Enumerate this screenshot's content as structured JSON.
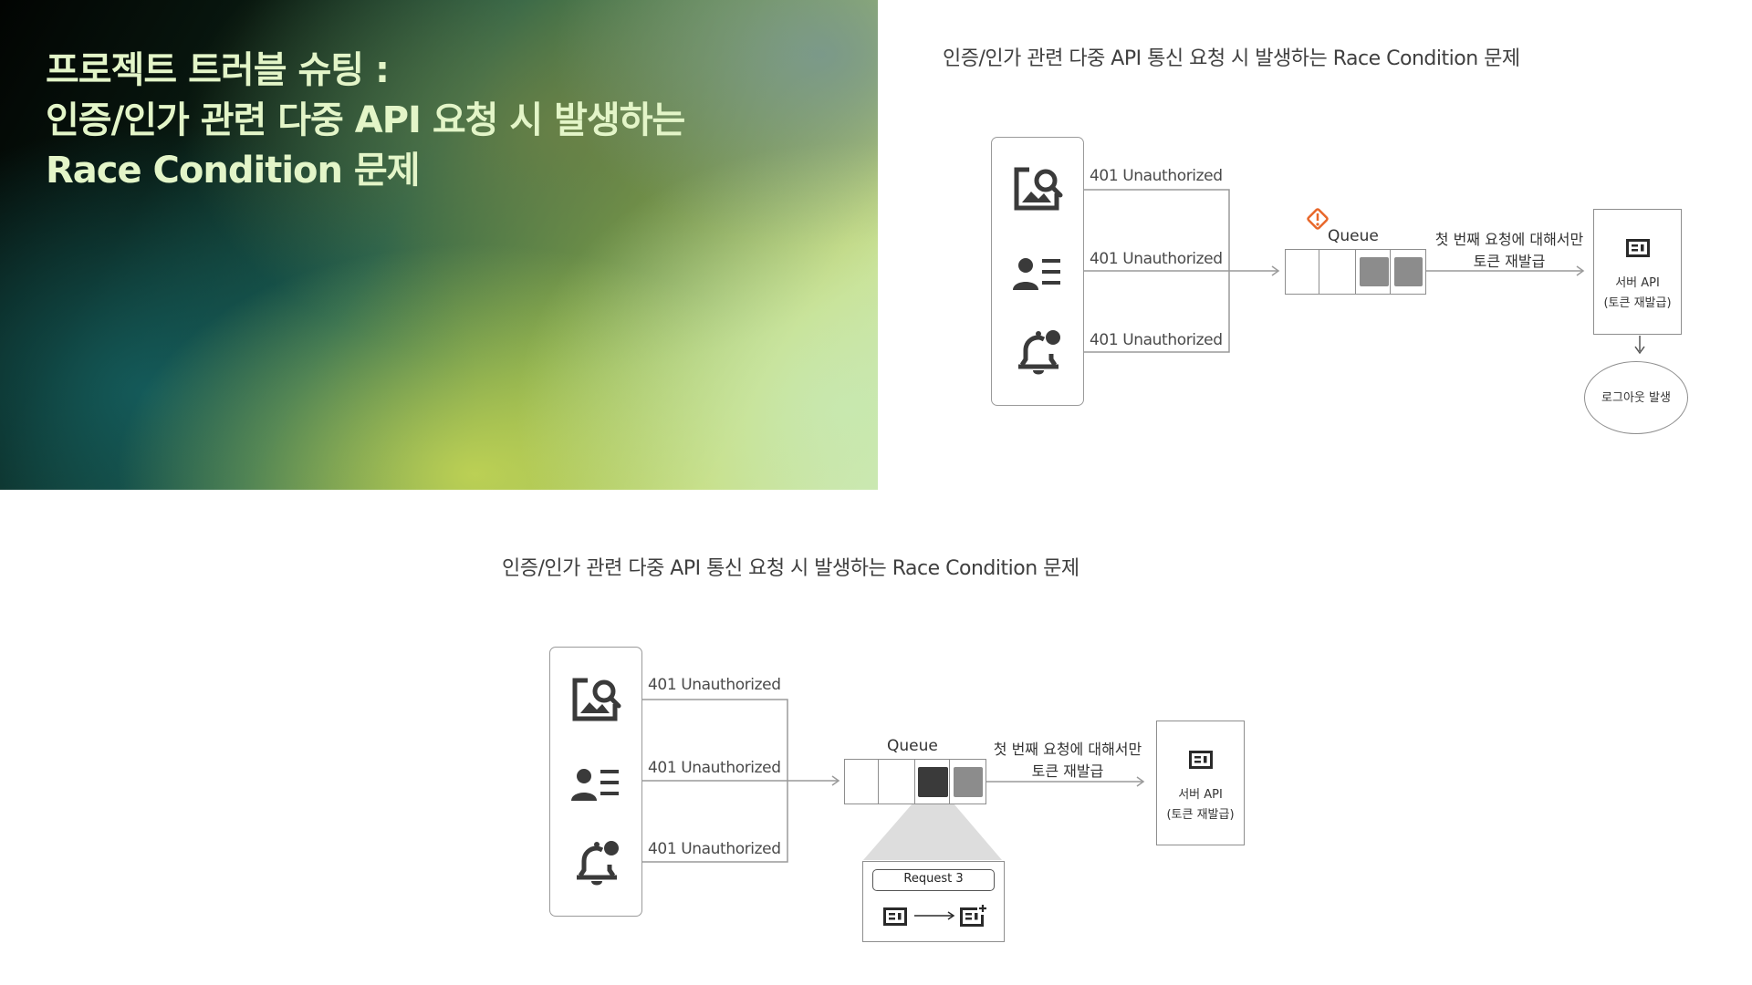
{
  "hero": {
    "title_lines": [
      "프로젝트 트러블 슈팅 :",
      "인증/인가 관련 다중 API 요청 시 발생하는",
      "Race Condition 문제"
    ]
  },
  "diagram_top": {
    "caption": "인증/인가 관련 다중 API 통신 요청 시 발생하는 Race Condition 문제",
    "responses": [
      "401 Unauthorized",
      "401 Unauthorized",
      "401 Unauthorized"
    ],
    "clients": [
      "image-search-icon",
      "user-list-icon",
      "notification-bell-icon"
    ],
    "queue_label": "Queue",
    "warning_icon": "warning-diamond-icon",
    "edge_label_lines": [
      "첫 번째 요청에 대해서만",
      "토큰 재발급"
    ],
    "server_icon": "server-api-icon",
    "server_lines": [
      "서버 API",
      "(토큰 재발급)"
    ],
    "result_label": "로그아웃 발생"
  },
  "diagram_bottom": {
    "caption": "인증/인가 관련 다중 API 통신 요청 시 발생하는 Race Condition 문제",
    "responses": [
      "401 Unauthorized",
      "401 Unauthorized",
      "401 Unauthorized"
    ],
    "clients": [
      "image-search-icon",
      "user-list-icon",
      "notification-bell-icon"
    ],
    "queue_label": "Queue",
    "edge_label_lines": [
      "첫 번째 요청에 대해서만",
      "토큰 재발급"
    ],
    "server_icon": "server-api-icon",
    "server_lines": [
      "서버 API",
      "(토큰 재발급)"
    ],
    "detail_label": "Request 3",
    "detail_icons": [
      "token-card-icon",
      "token-card-new-icon"
    ]
  },
  "colors": {
    "hero_title": "#e3f5c8",
    "queue_item_dark": "#3a3a3a",
    "queue_item_mid": "#8c8c8c",
    "warning": "#e8672a",
    "line": "#9a9a9a"
  }
}
